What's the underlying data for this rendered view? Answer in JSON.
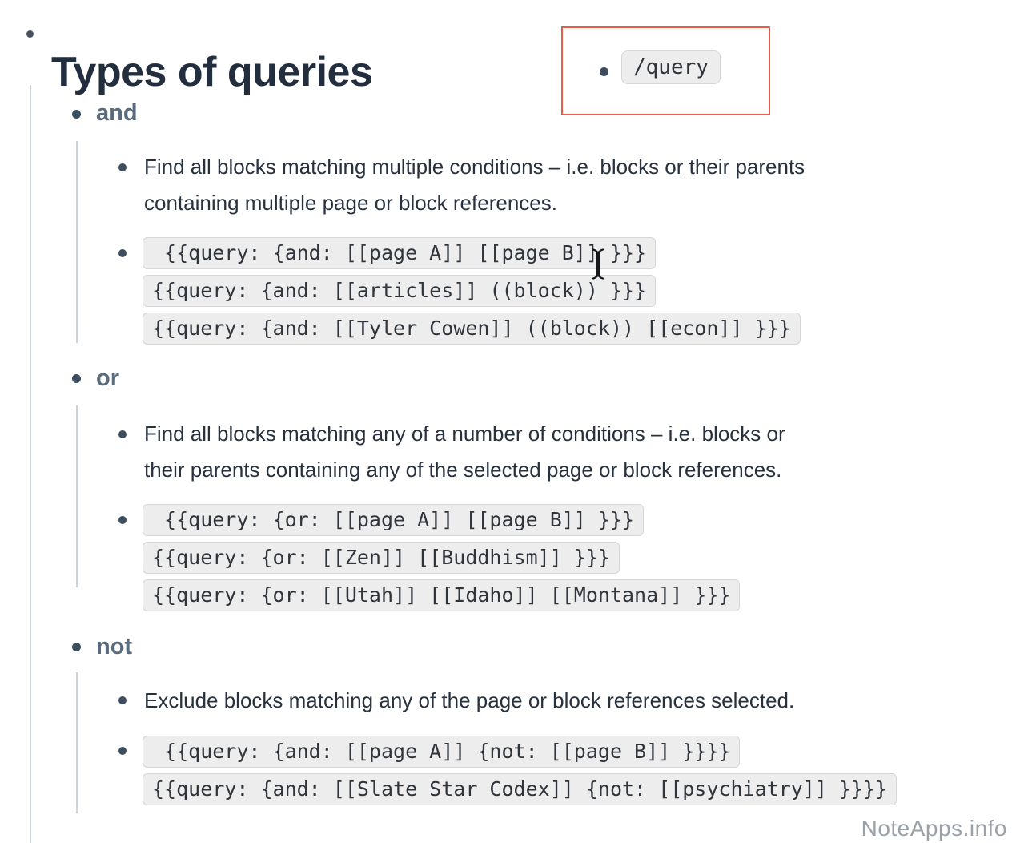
{
  "title": "Types of queries",
  "callout": {
    "code_label": "/query"
  },
  "sections": [
    {
      "label": "and",
      "description_lines": [
        "Find all blocks matching multiple conditions – i.e. blocks or their parents",
        "containing multiple page or block references."
      ],
      "code_lines": [
        " {{query: {and: [[page A]] [[page B]] }}}",
        "{{query: {and: [[articles]] ((block)) }}}",
        "{{query: {and: [[Tyler Cowen]] ((block)) [[econ]] }}}"
      ]
    },
    {
      "label": "or",
      "description_lines": [
        "Find all blocks matching any of a number of conditions – i.e. blocks or",
        "their parents containing any of the selected page or block references."
      ],
      "code_lines": [
        " {{query: {or: [[page A]] [[page B]] }}}",
        "{{query: {or: [[Zen]] [[Buddhism]] }}}",
        "{{query: {or: [[Utah]] [[Idaho]] [[Montana]] }}}"
      ]
    },
    {
      "label": "not",
      "description_lines": [
        "Exclude blocks matching any of the page or block references selected."
      ],
      "code_lines": [
        " {{query: {and: [[page A]] {not: [[page B]] }}}}",
        "{{query: {and: [[Slate Star Codex]] {not: [[psychiatry]] }}}}"
      ]
    }
  ],
  "watermark": "NoteApps.info",
  "colors": {
    "accent_red": "#e85d48",
    "heading": "#5b6b7e",
    "title_text": "#222d3d",
    "body_text": "#28323f",
    "bullet": "#3d4d60",
    "thread_line": "#ccd3d9",
    "code_background": "#ededed",
    "code_border": "#d6d6d6",
    "watermark_gray": "#9aa1a8"
  }
}
